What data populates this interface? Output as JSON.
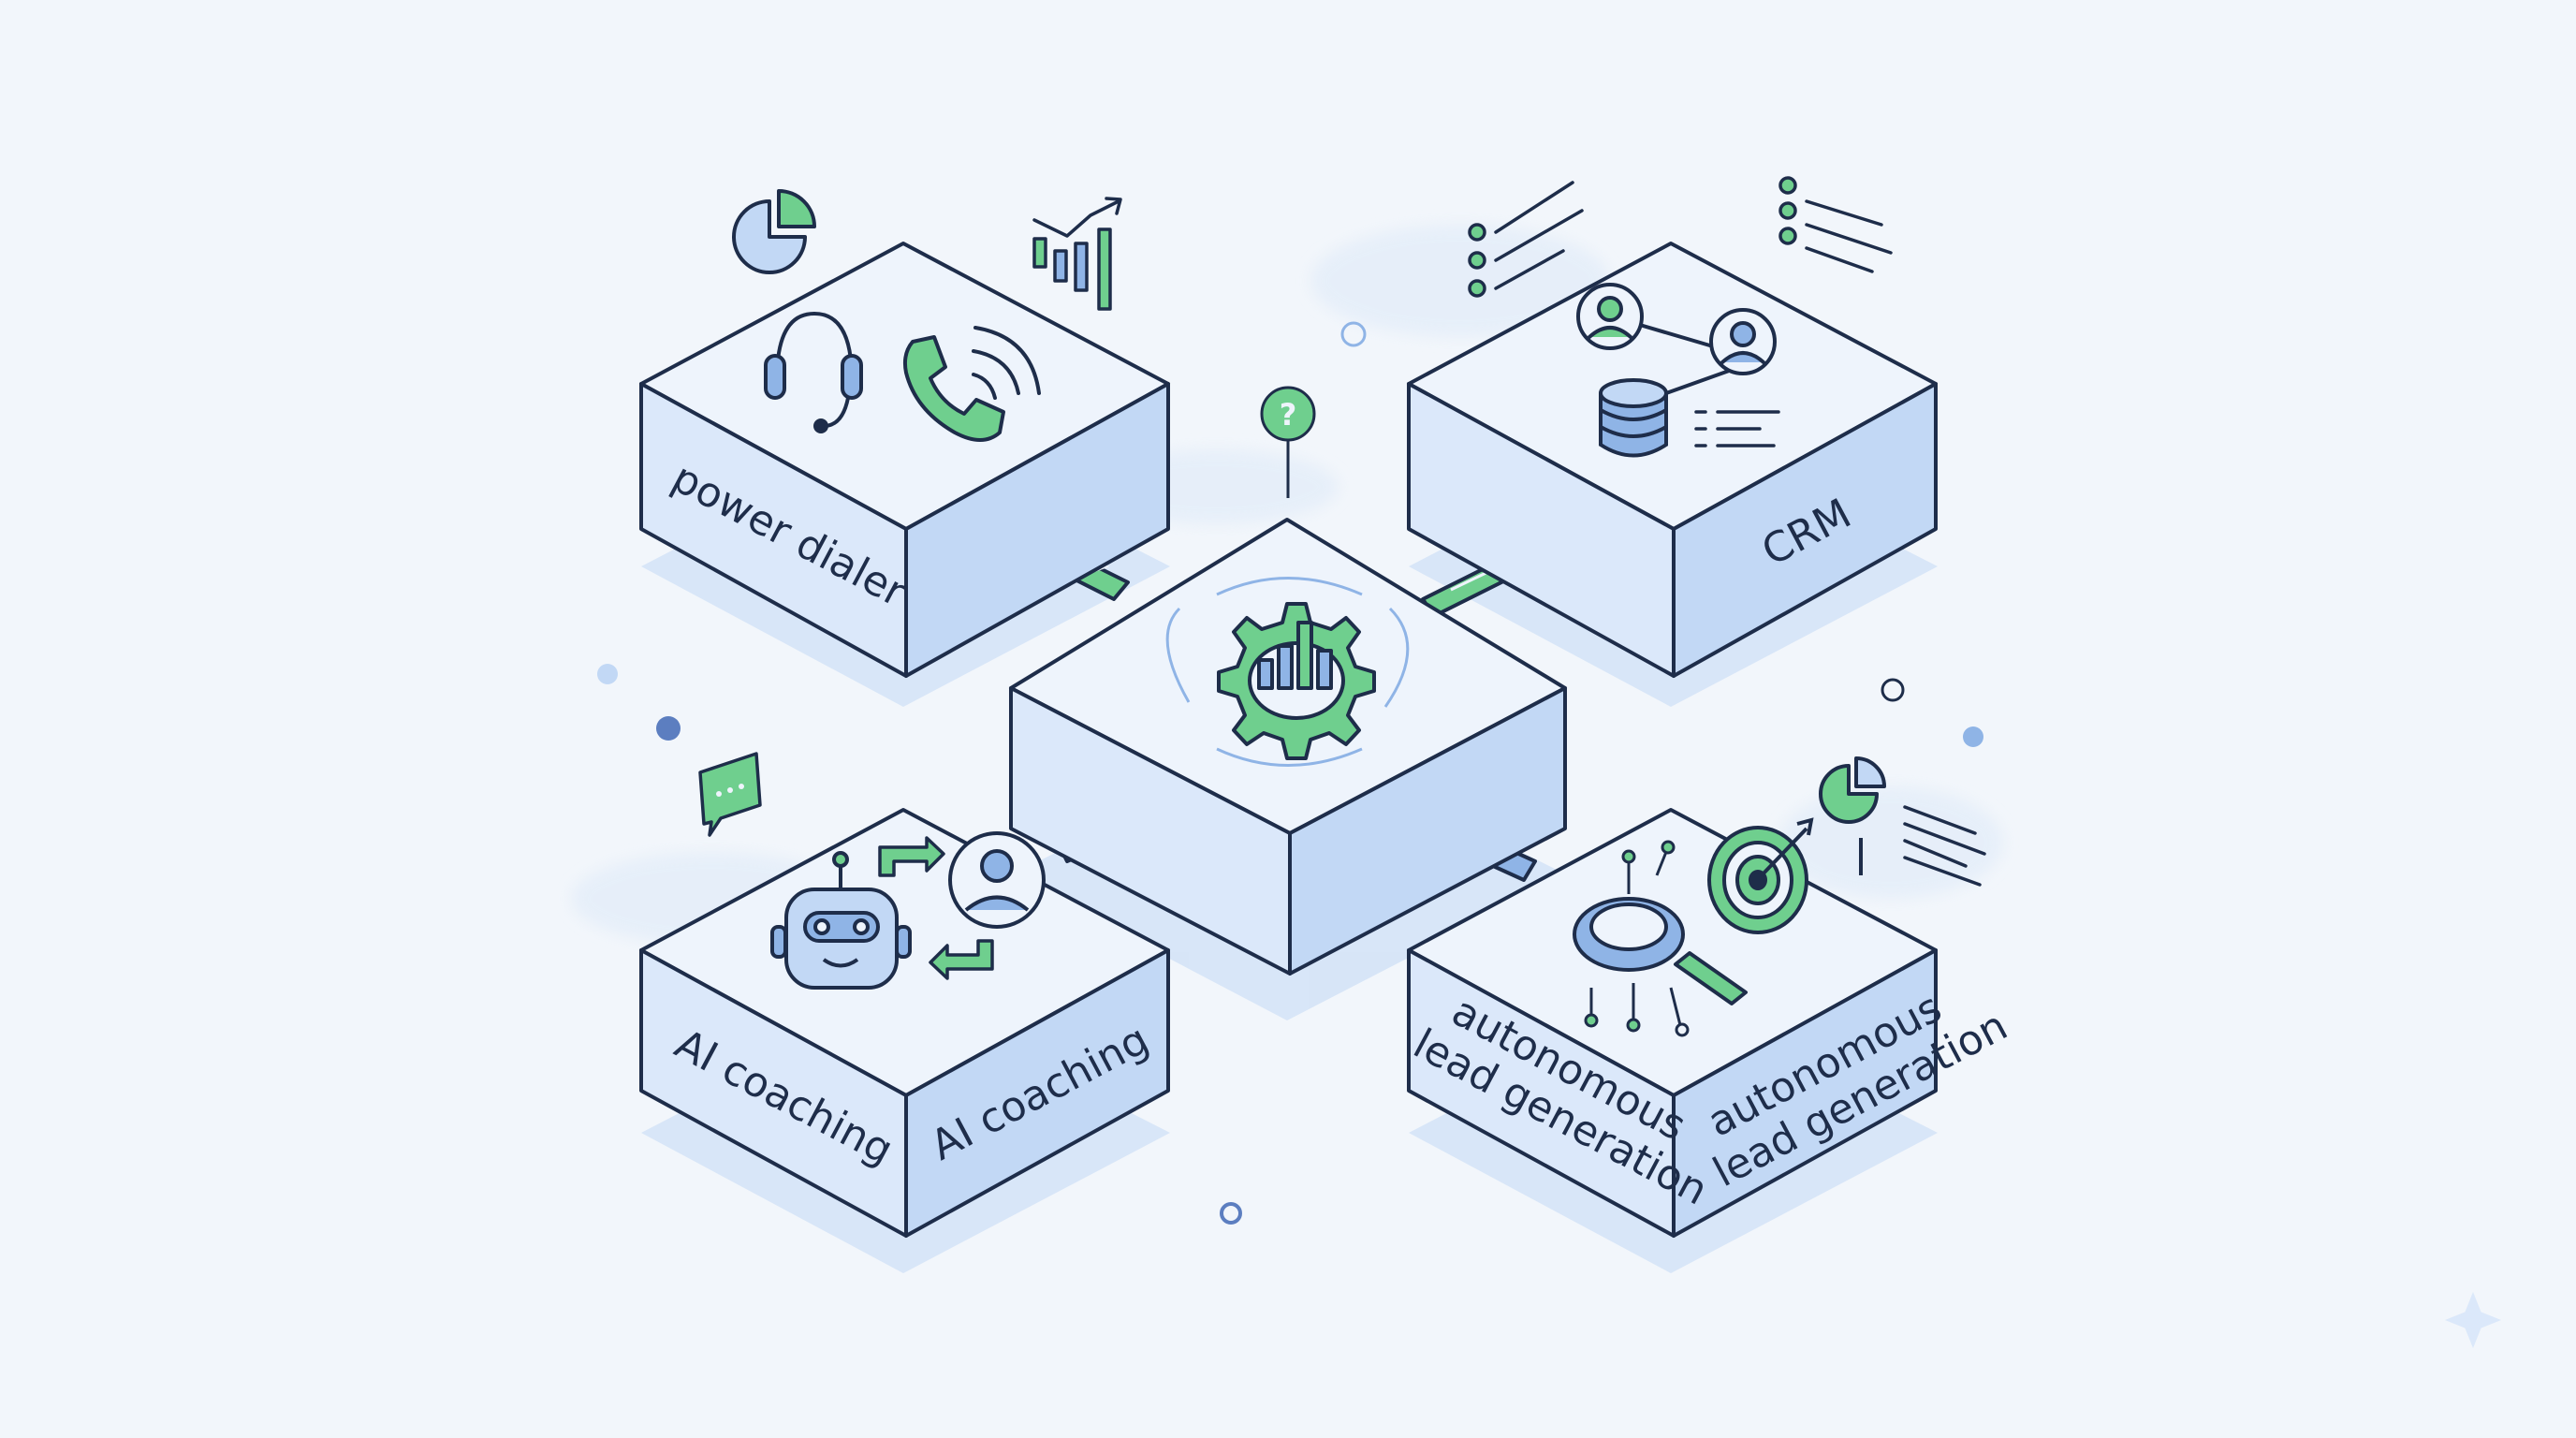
{
  "diagram": {
    "modules": {
      "power_dialer": {
        "label": "power dialer",
        "icons": [
          "headset-icon",
          "phone-ringing-icon",
          "pie-chart-icon",
          "bar-chart-trend-icon"
        ]
      },
      "crm": {
        "label": "CRM",
        "icons": [
          "contact-network-icon",
          "database-icon",
          "list-lines-icon",
          "checklist-icon"
        ]
      },
      "ai_coaching": {
        "label_left": "AI coaching",
        "label_right": "AI coaching",
        "icons": [
          "robot-icon",
          "person-avatar-icon",
          "swap-arrows-icon",
          "chat-bubble-icon"
        ]
      },
      "lead_gen": {
        "label_left_line1": "autonomous",
        "label_left_line2": "lead generation",
        "label_right_line1": "autonomous",
        "label_right_line2": "lead generation",
        "icons": [
          "magnifier-icon",
          "target-icon",
          "pie-chart-icon",
          "list-lines-icon"
        ]
      }
    },
    "hub": {
      "icons": [
        "gear-bar-chart-icon",
        "question-icon"
      ],
      "question_mark": "?"
    },
    "connector_arrow": "→",
    "colors": {
      "background": "#f2f6fb",
      "box_top": "#eef4fc",
      "box_left": "#dbe8fa",
      "box_right": "#c2d8f5",
      "outline": "#1e2d4a",
      "accent_green": "#6fcf8e",
      "accent_blue": "#8fb4e6",
      "shadow": "#d3e3f7"
    }
  }
}
